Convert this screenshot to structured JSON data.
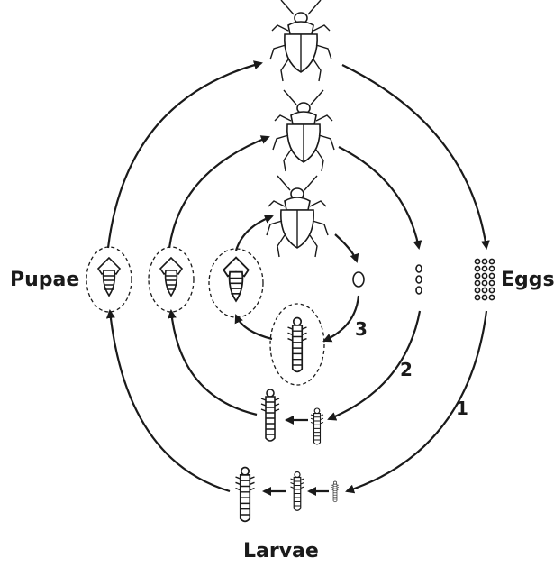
{
  "labels": {
    "pupae": "Pupae",
    "eggs": "Eggs",
    "larvae": "Larvae",
    "cycle_1": "1",
    "cycle_2": "2",
    "cycle_3": "3"
  },
  "stages": {
    "beetles": [
      "beetle-icon",
      "beetle-icon",
      "beetle-icon"
    ],
    "pupae": [
      "pupa-icon",
      "pupa-icon",
      "pupa-icon"
    ],
    "eggs": [
      "egg-icon"
    ],
    "larvae": [
      "larva-icon"
    ]
  }
}
